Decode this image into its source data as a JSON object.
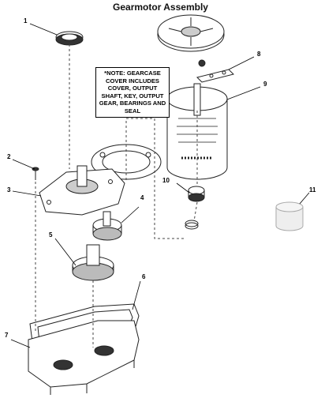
{
  "title": "Gearmotor Assembly",
  "note": "*NOTE: GEARCASE COVER INCLUDES COVER, OUTPUT SHAFT, KEY, OUTPUT GEAR, BEARINGS AND SEAL",
  "callouts": [
    "1",
    "2",
    "3",
    "4",
    "5",
    "6",
    "7",
    "8",
    "9",
    "10",
    "11"
  ]
}
